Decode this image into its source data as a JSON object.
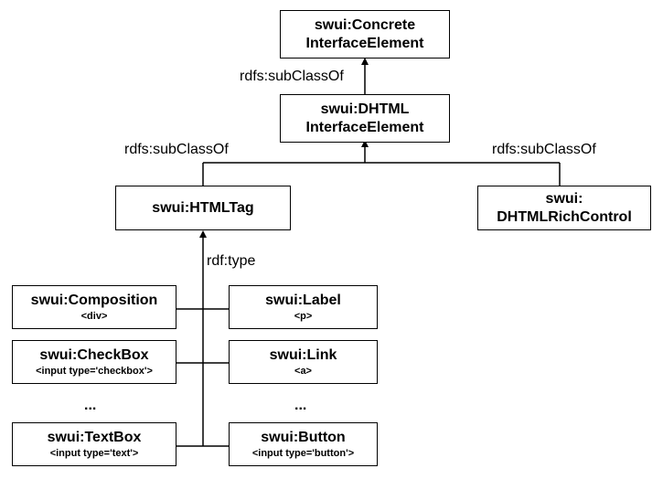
{
  "nodes": {
    "concrete": {
      "line1": "swui:Concrete",
      "line2": "InterfaceElement"
    },
    "dhtml": {
      "line1": "swui:DHTML",
      "line2": "InterfaceElement"
    },
    "htmltag": {
      "line1": "swui:HTMLTag"
    },
    "richcontrol": {
      "line1": "swui:",
      "line2": "DHTMLRichControl"
    },
    "composition": {
      "line1": "swui:Composition",
      "tag": "<div>"
    },
    "label": {
      "line1": "swui:Label",
      "tag": "<p>"
    },
    "checkbox": {
      "line1": "swui:CheckBox",
      "tag": "<input type='checkbox'>"
    },
    "link": {
      "line1": "swui:Link",
      "tag": "<a>"
    },
    "textbox": {
      "line1": "swui:TextBox",
      "tag": "<input type='text'>"
    },
    "button": {
      "line1": "swui:Button",
      "tag": "<input type='button'>"
    }
  },
  "edges": {
    "subclass_top": "rdfs:subClassOf",
    "subclass_left": "rdfs:subClassOf",
    "subclass_right": "rdfs:subClassOf",
    "type": "rdf:type"
  },
  "ellipsis": {
    "left": "...",
    "right": "..."
  }
}
